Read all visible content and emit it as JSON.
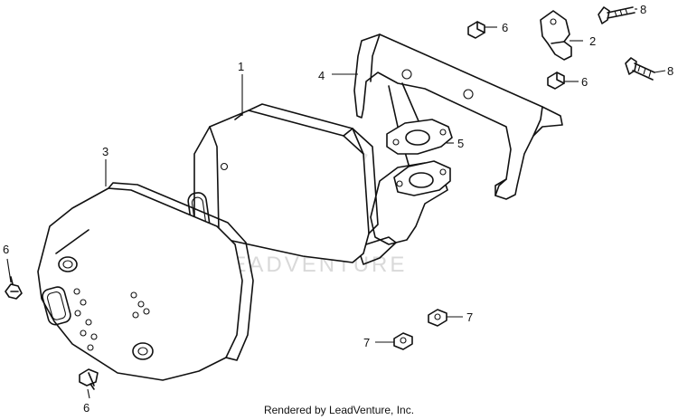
{
  "callouts": {
    "c1": "1",
    "c2": "2",
    "c3": "3",
    "c4": "4",
    "c5": "5",
    "c6a": "6",
    "c6b": "6",
    "c6c": "6",
    "c6d": "6",
    "c7a": "7",
    "c7b": "7",
    "c8a": "8",
    "c8b": "8"
  },
  "watermark": "LEADVENTURE",
  "credit": "Rendered by LeadVenture, Inc."
}
